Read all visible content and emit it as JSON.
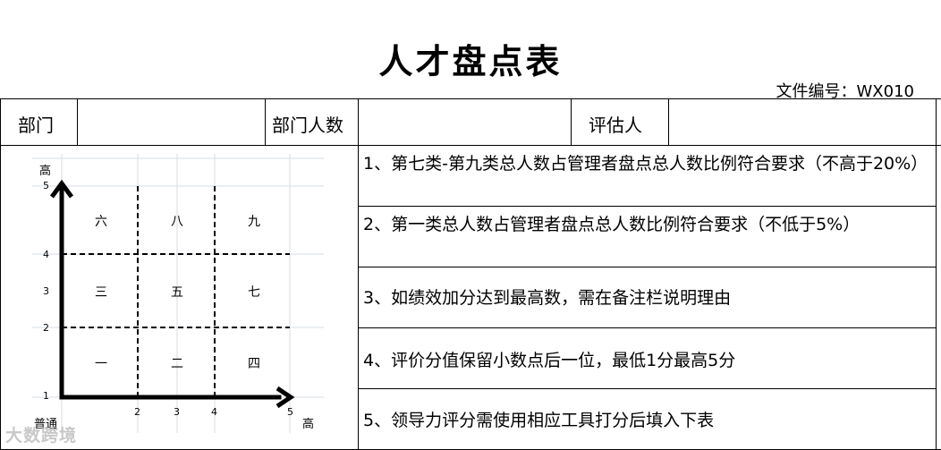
{
  "title": "人才盘点表",
  "file_no": "文件编号：WX010",
  "header": {
    "department_label": "部门",
    "headcount_label": "部门人数",
    "evaluator_label": "评估人"
  },
  "rules": [
    "1、第七类-第九类总人数占管理者盘点总人数比例符合要求（不高于20%）",
    "2、第一类总人数占管理者盘点总人数比例符合要求（不低于5%）",
    "3、如绩效加分达到最高数，需在备注栏说明理由",
    "4、评价分值保留小数点后一位，最低1分最高5分",
    "5、领导力评分需使用相应工具打分后填入下表"
  ],
  "grid": {
    "y_axis_label": "高",
    "x_axis_high_label": "高",
    "origin_label": "普通",
    "y_ticks": [
      "5",
      "4",
      "3",
      "2",
      "1"
    ],
    "x_ticks": [
      "2",
      "3",
      "4",
      "5"
    ],
    "zones": {
      "top": [
        "六",
        "八",
        "九"
      ],
      "middle": [
        "三",
        "五",
        "七"
      ],
      "bottom": [
        "一",
        "二",
        "四"
      ]
    }
  },
  "watermark": "大数跨境"
}
